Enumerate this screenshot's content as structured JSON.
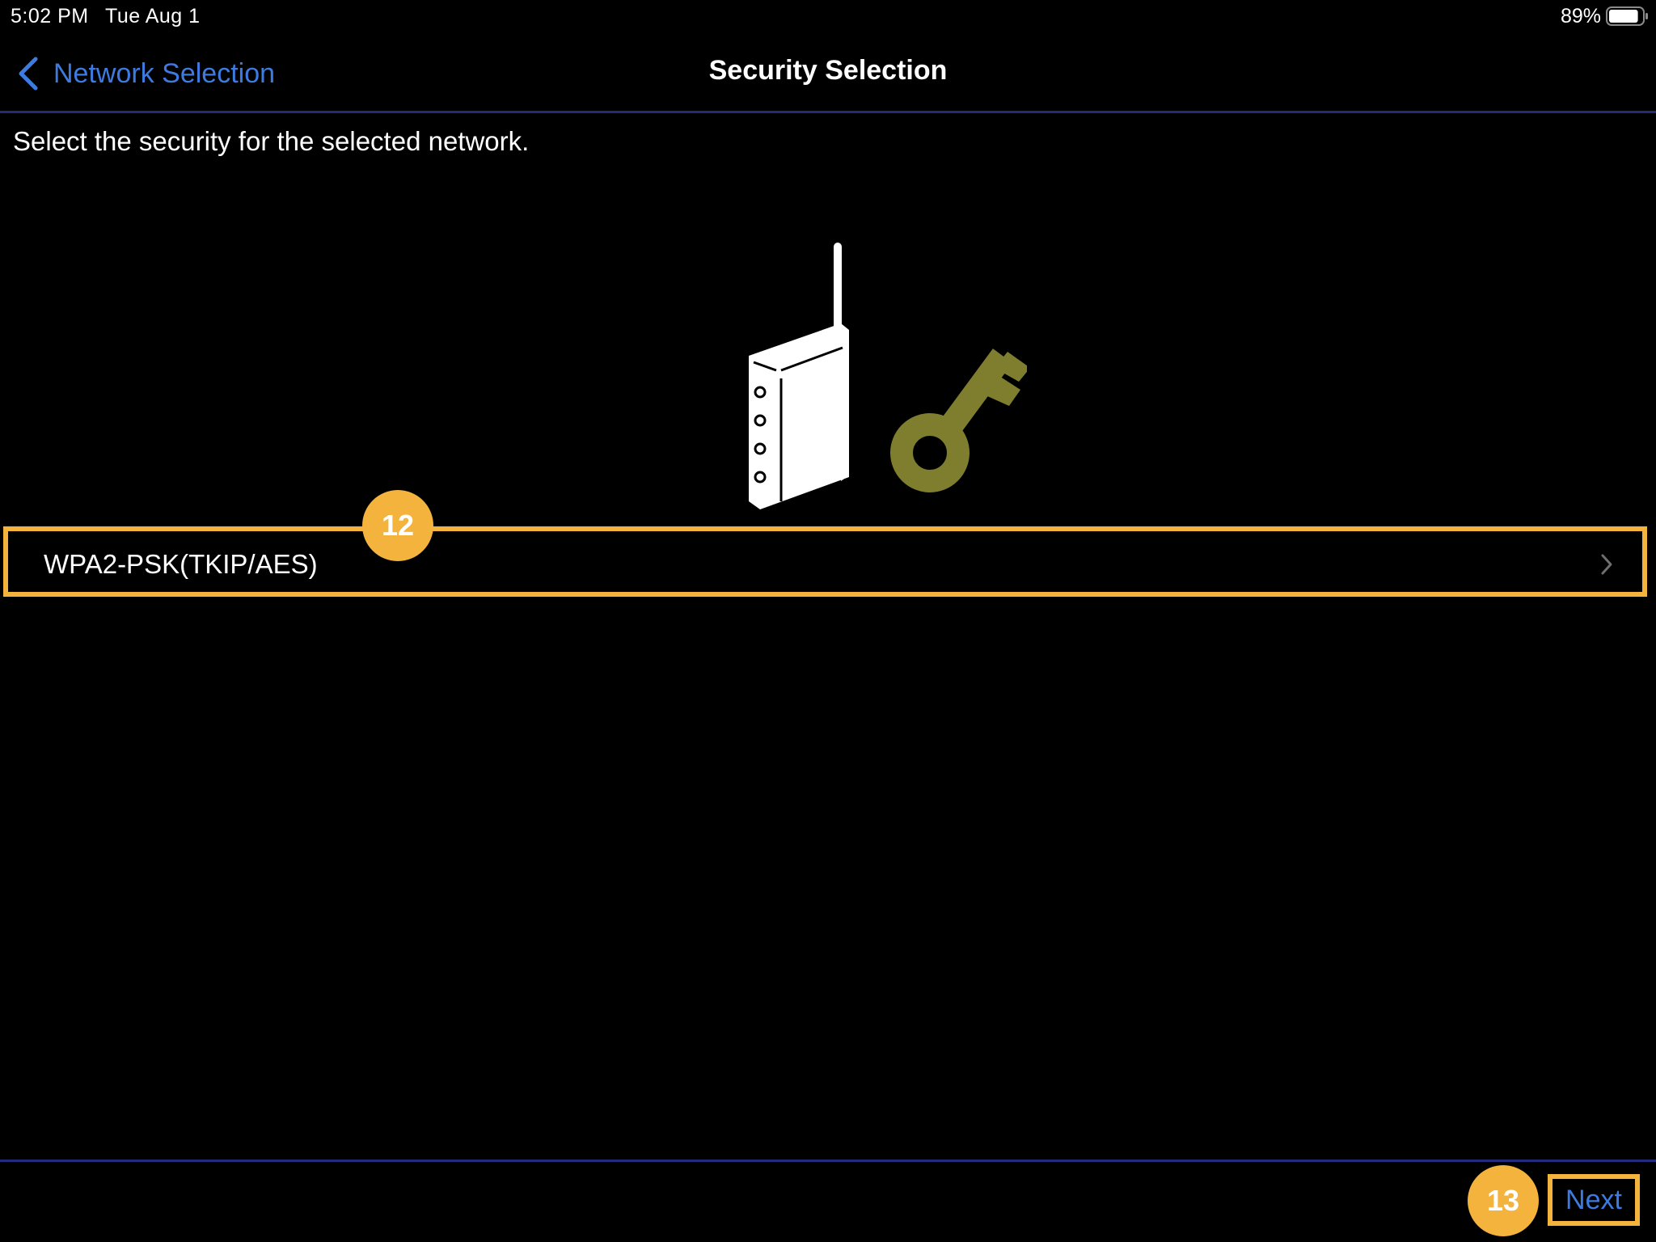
{
  "status_bar": {
    "time": "5:02 PM",
    "date": "Tue Aug 1",
    "battery_percent": "89%",
    "battery_level": 0.89
  },
  "nav": {
    "back_label": "Network Selection",
    "title": "Security Selection"
  },
  "instruction": "Select the security for the selected network.",
  "illustration": {
    "router_icon": "wireless-router-icon",
    "key_icon": "key-icon"
  },
  "security_options": [
    {
      "label": "WPA2-PSK(TKIP/AES)"
    }
  ],
  "badges": {
    "step_12": "12",
    "step_13": "13"
  },
  "toolbar": {
    "next_label": "Next"
  },
  "colors": {
    "background": "#000000",
    "accent_blue": "#3d7be0",
    "highlight_orange": "#f3b33d",
    "divider": "#252a7a",
    "key_olive": "#7f7d2e"
  }
}
